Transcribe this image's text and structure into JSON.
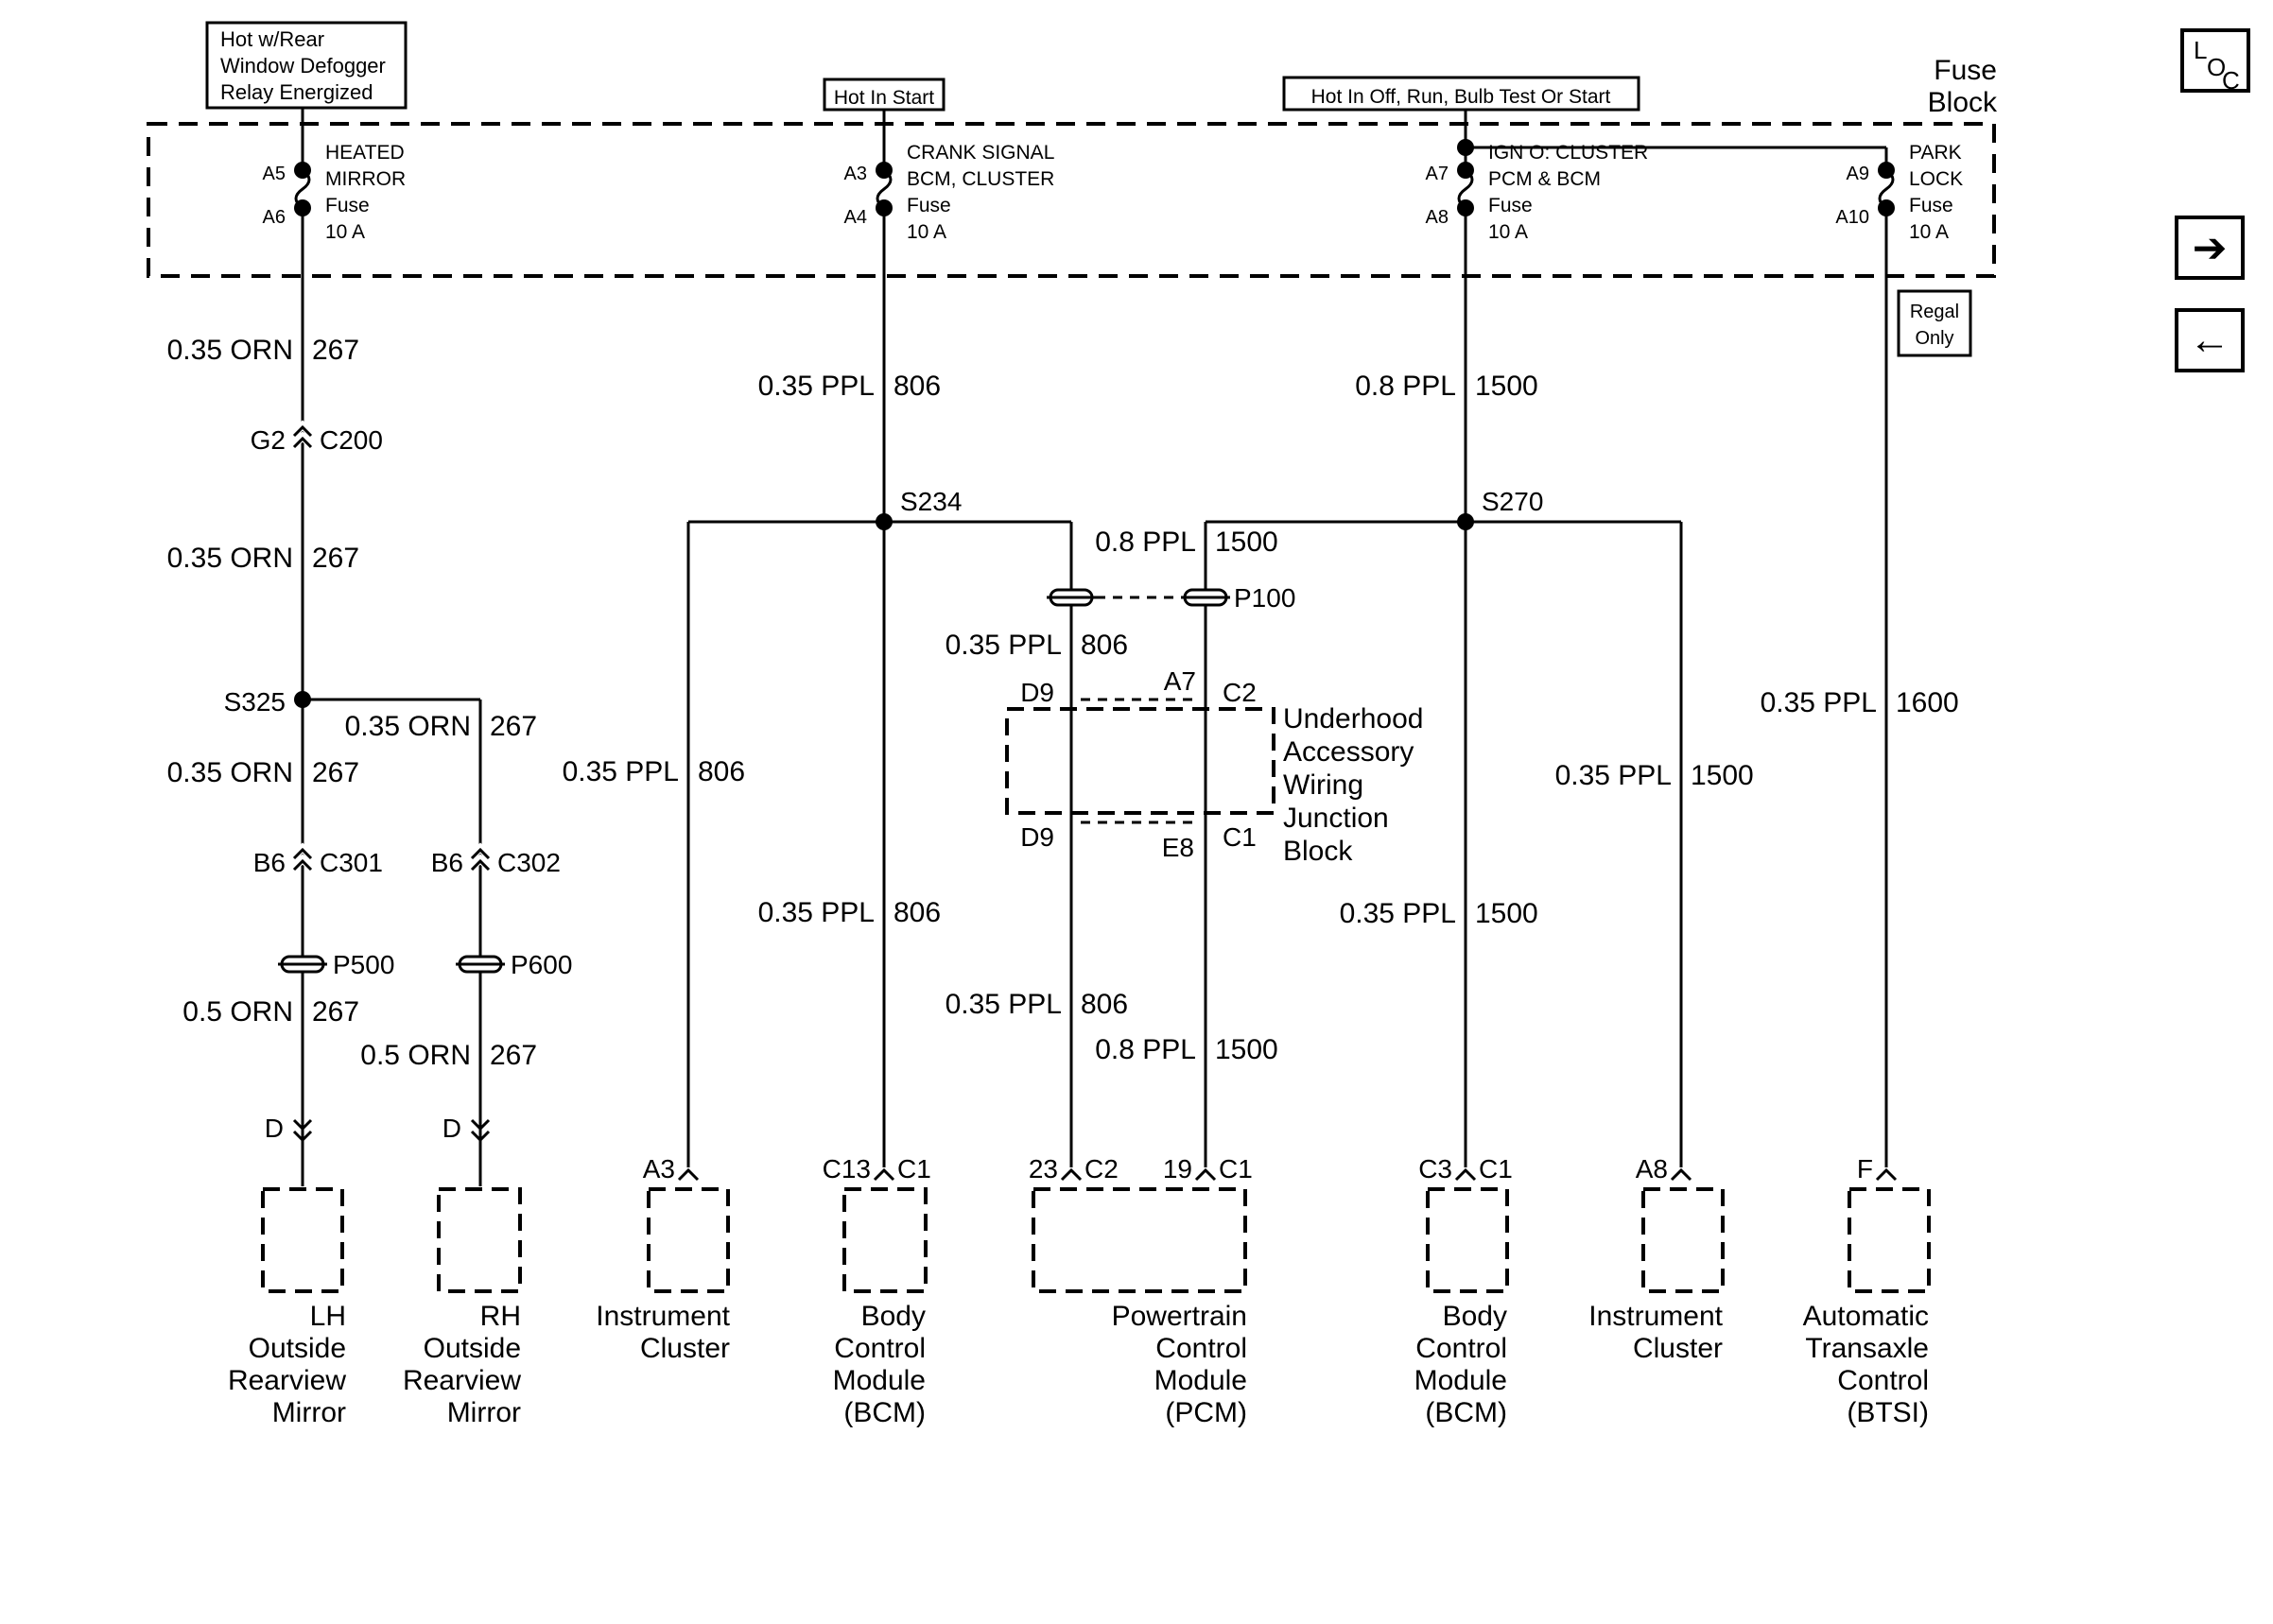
{
  "nav": {
    "loc_letters": [
      "L",
      "O",
      "C"
    ],
    "next_glyph": "➔",
    "prev_glyph": "←"
  },
  "fuse_block": {
    "title_line1": "Fuse",
    "title_line2": "Block"
  },
  "power_labels": {
    "defogger": [
      "Hot w/Rear",
      "Window Defogger",
      "Relay Energized"
    ],
    "start": "Hot In Start",
    "ign": "Hot In Off, Run, Bulb Test Or Start"
  },
  "fuses": [
    {
      "pin_top": "A5",
      "pin_bottom": "A6",
      "lines": [
        "HEATED",
        "MIRROR",
        "Fuse",
        "10 A"
      ]
    },
    {
      "pin_top": "A3",
      "pin_bottom": "A4",
      "lines": [
        "CRANK SIGNAL",
        "BCM, CLUSTER",
        "Fuse",
        "10 A"
      ]
    },
    {
      "pin_top": "A7",
      "pin_bottom": "A8",
      "lines": [
        "IGN O: CLUSTER",
        "PCM & BCM",
        "Fuse",
        "10 A"
      ]
    },
    {
      "pin_top": "A9",
      "pin_bottom": "A10",
      "lines": [
        "PARK",
        "LOCK",
        "Fuse",
        "10 A"
      ]
    }
  ],
  "regal_only": [
    "Regal",
    "Only"
  ],
  "wire_labels": [
    {
      "gauge": "0.35 ORN",
      "circuit": "267"
    },
    {
      "gauge": "0.35 ORN",
      "circuit": "267"
    },
    {
      "gauge": "0.35 ORN",
      "circuit": "267"
    },
    {
      "gauge": "0.35 ORN",
      "circuit": "267"
    },
    {
      "gauge": "0.5 ORN",
      "circuit": "267"
    },
    {
      "gauge": "0.5 ORN",
      "circuit": "267"
    },
    {
      "gauge": "0.35 PPL",
      "circuit": "806"
    },
    {
      "gauge": "0.35 PPL",
      "circuit": "806"
    },
    {
      "gauge": "0.35 PPL",
      "circuit": "806"
    },
    {
      "gauge": "0.35 PPL",
      "circuit": "806"
    },
    {
      "gauge": "0.35 PPL",
      "circuit": "806"
    },
    {
      "gauge": "0.8 PPL",
      "circuit": "1500"
    },
    {
      "gauge": "0.8 PPL",
      "circuit": "1500"
    },
    {
      "gauge": "0.8 PPL",
      "circuit": "1500"
    },
    {
      "gauge": "0.35 PPL",
      "circuit": "1500"
    },
    {
      "gauge": "0.35 PPL",
      "circuit": "1500"
    },
    {
      "gauge": "0.35 PPL",
      "circuit": "1600"
    }
  ],
  "splices": [
    "S325",
    "S234",
    "S270"
  ],
  "inline_connectors": [
    {
      "pin": "G2",
      "name": "C200"
    },
    {
      "pin": "B6",
      "name": "C301"
    },
    {
      "pin": "B6",
      "name": "C302"
    }
  ],
  "pass_throughs": [
    "P500",
    "P600",
    "P100"
  ],
  "junction_block": {
    "name": [
      "Underhood",
      "Accessory",
      "Wiring",
      "Junction",
      "Block"
    ],
    "pins": [
      "D9",
      "A7",
      "C2",
      "D9",
      "E8",
      "C1"
    ]
  },
  "components": [
    {
      "pin": "D",
      "conn": "",
      "lines": [
        "LH",
        "Outside",
        "Rearview",
        "Mirror"
      ]
    },
    {
      "pin": "D",
      "conn": "",
      "lines": [
        "RH",
        "Outside",
        "Rearview",
        "Mirror"
      ]
    },
    {
      "pin": "A3",
      "conn": "",
      "lines": [
        "Instrument",
        "Cluster"
      ]
    },
    {
      "pin": "C13",
      "conn": "C1",
      "lines": [
        "Body",
        "Control",
        "Module",
        "(BCM)"
      ]
    },
    {
      "pin": "23",
      "conn": "C2",
      "lines": [
        "Powertrain",
        "Control",
        "Module",
        "(PCM)"
      ]
    },
    {
      "pin": "19",
      "conn": "C1",
      "lines": []
    },
    {
      "pin": "C3",
      "conn": "C1",
      "lines": [
        "Body",
        "Control",
        "Module",
        "(BCM)"
      ]
    },
    {
      "pin": "A8",
      "conn": "",
      "lines": [
        "Instrument",
        "Cluster"
      ]
    },
    {
      "pin": "F",
      "conn": "",
      "lines": [
        "Automatic",
        "Transaxle",
        "Control",
        "(BTSI)"
      ]
    }
  ]
}
